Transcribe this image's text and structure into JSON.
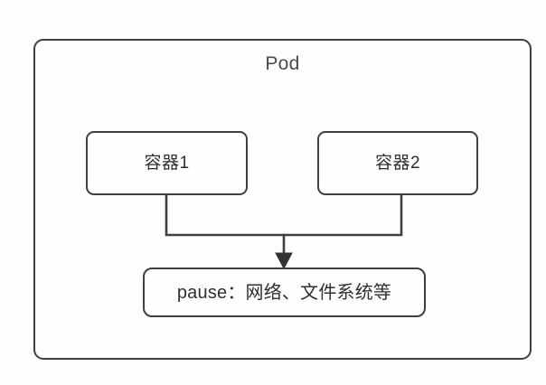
{
  "diagram": {
    "type": "block-diagram",
    "title": "Pod",
    "background_color": "#fefefe",
    "stroke_color": "#3f3f3f",
    "text_color": "#2f2f2f",
    "nodes": [
      {
        "id": "pod",
        "label": "Pod",
        "role": "outer-container",
        "shape": "rounded-rectangle"
      },
      {
        "id": "container-1",
        "label": "容器1",
        "role": "container",
        "shape": "rounded-rectangle"
      },
      {
        "id": "container-2",
        "label": "容器2",
        "role": "container",
        "shape": "rounded-rectangle"
      },
      {
        "id": "pause",
        "label": "pause：网络、文件系统等",
        "role": "infra-container",
        "shape": "rounded-rectangle"
      }
    ],
    "edges": [
      {
        "id": "edge-container-1-to-pause",
        "from": "container-1",
        "to": "pause",
        "arrow": true,
        "style": "orthogonal"
      },
      {
        "id": "edge-container-2-to-pause",
        "from": "container-2",
        "to": "pause",
        "arrow": true,
        "style": "orthogonal"
      }
    ]
  }
}
